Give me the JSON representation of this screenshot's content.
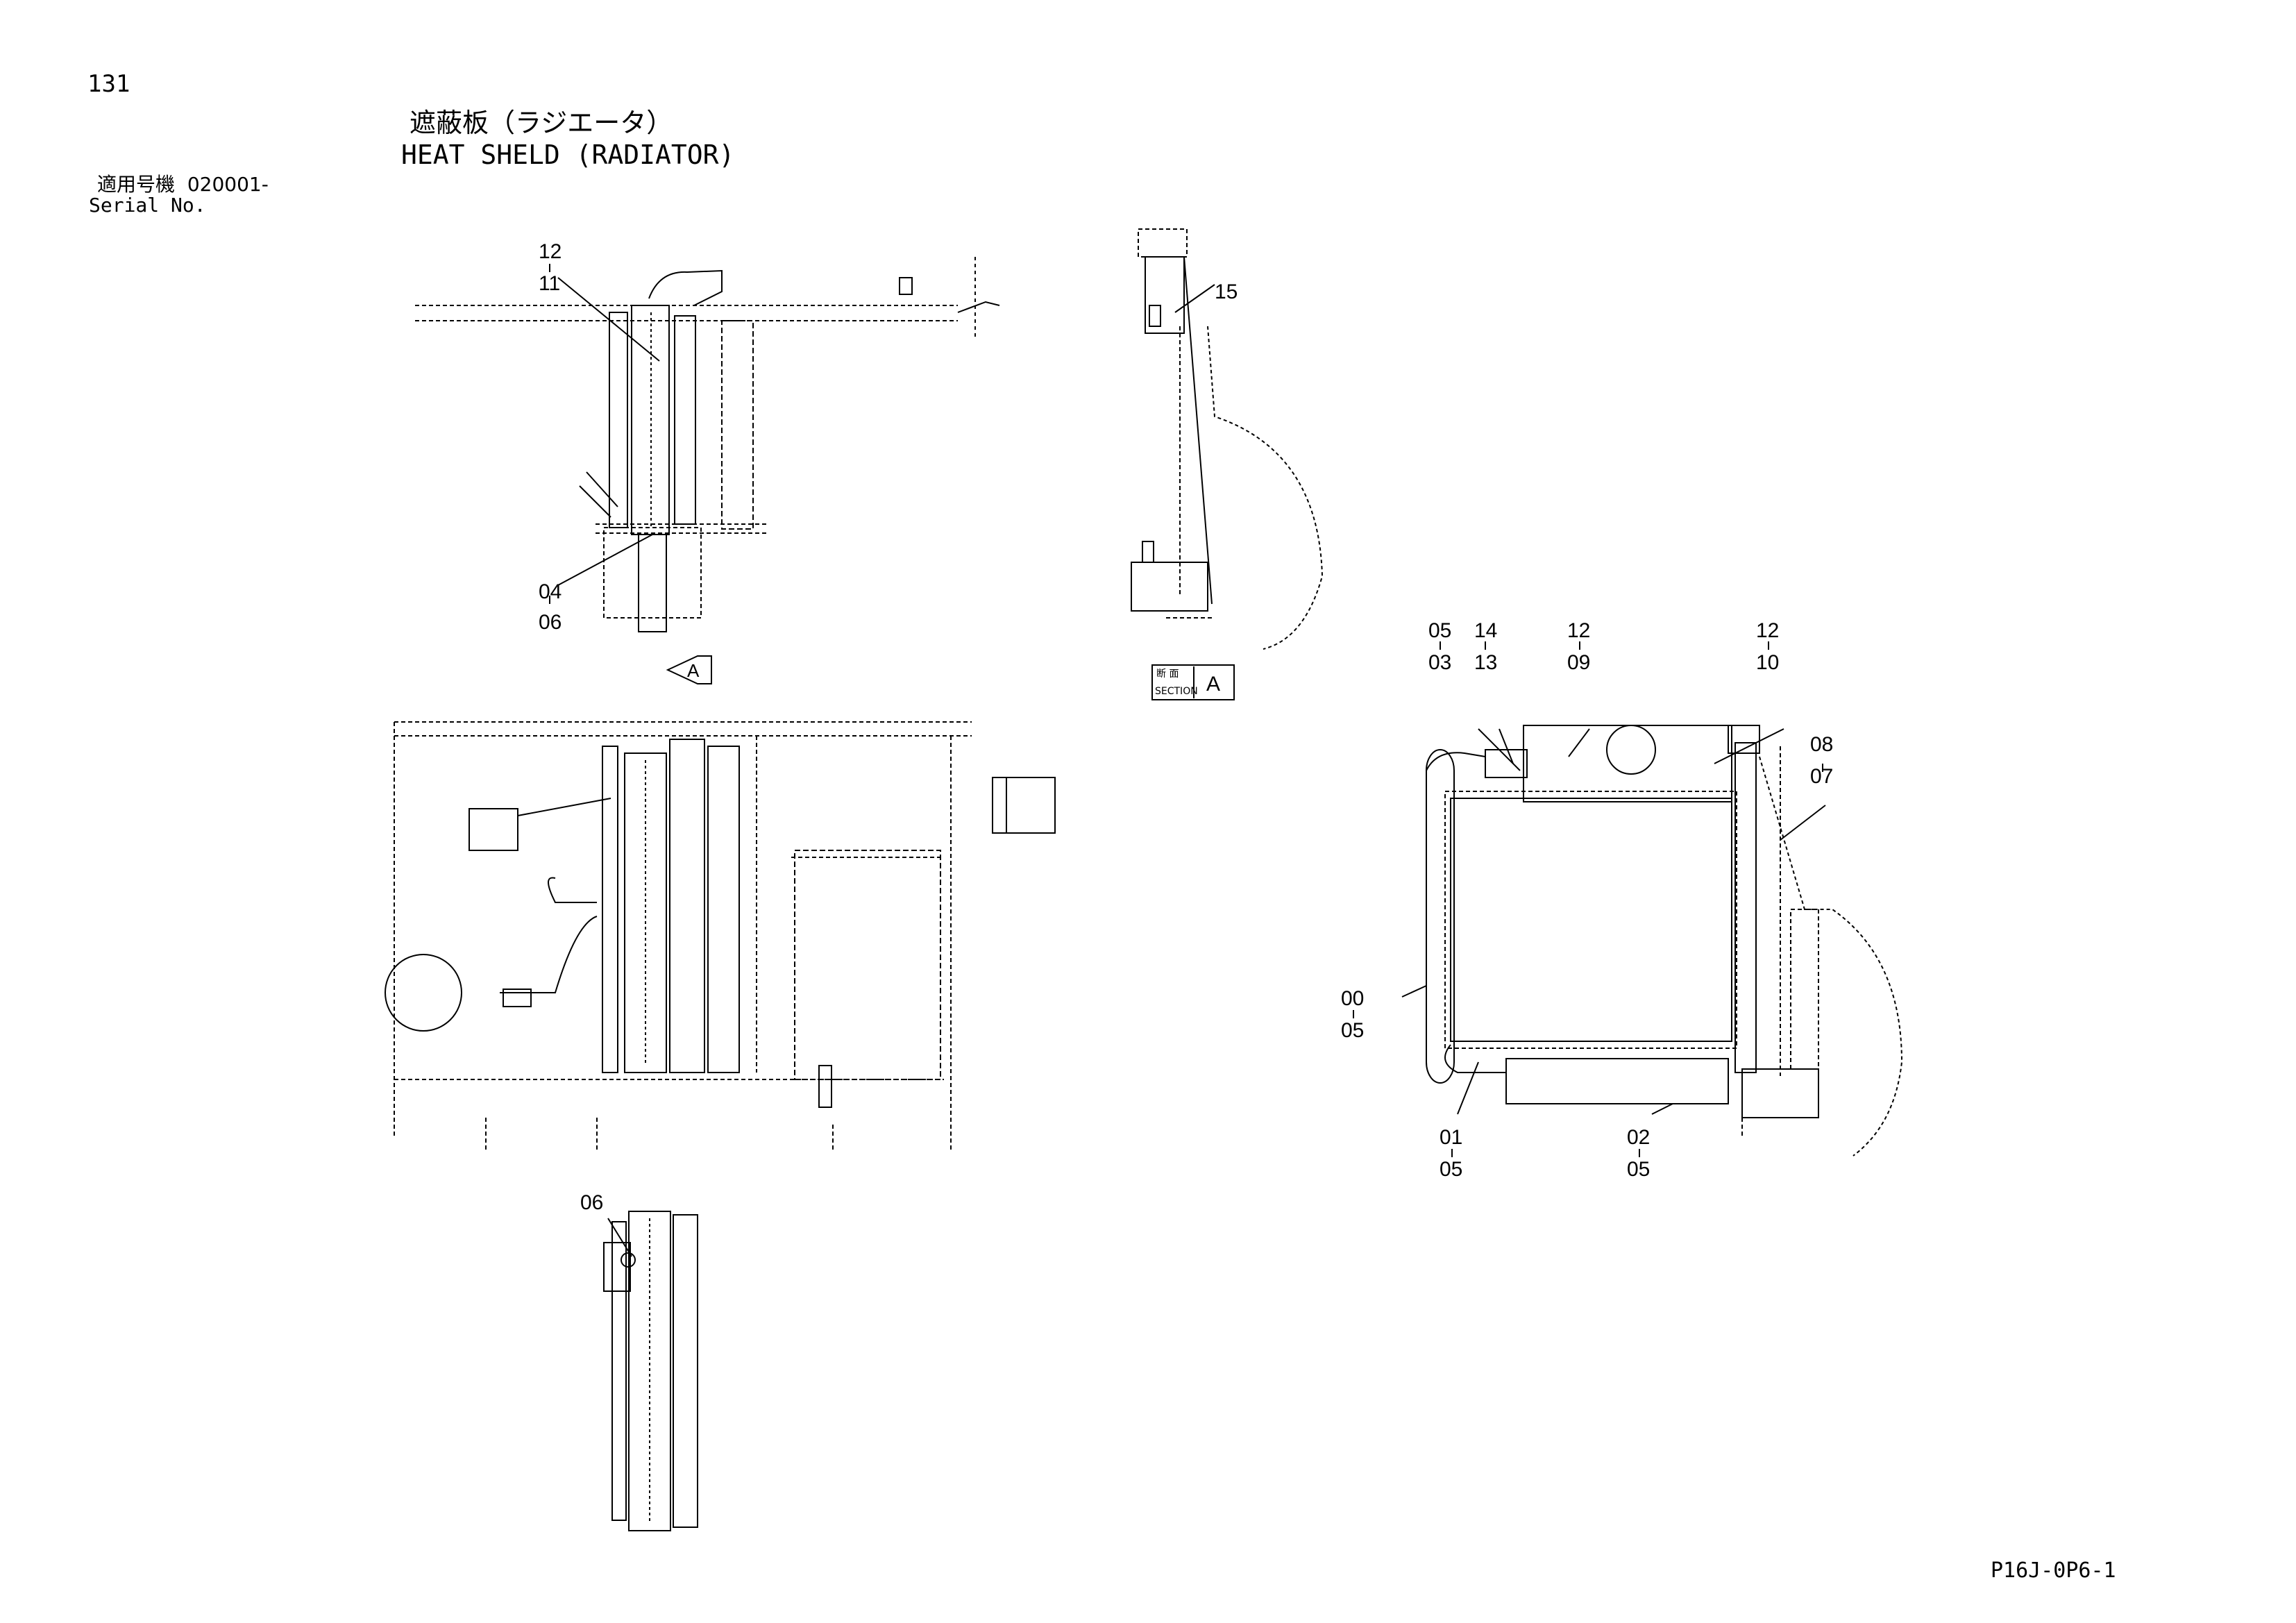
{
  "page_number": "131",
  "title": {
    "japanese": "遮蔽板（ラジエータ）",
    "english": "HEAT SHELD (RADIATOR)"
  },
  "applicability": {
    "label_jp": "適用号機",
    "serial_from": "020001-",
    "label_en": "Serial No."
  },
  "section_tag": {
    "kanji": "断 面",
    "word": "SECTION",
    "letter": "A"
  },
  "view_arrow_letter": "A",
  "callouts": {
    "c12_11": {
      "top": "12",
      "bottom": "11"
    },
    "c04_06": {
      "top": "04",
      "bottom": "06"
    },
    "c15": "15",
    "c06": "06",
    "c05_03": {
      "top": "05",
      "bottom": "03"
    },
    "c14_13": {
      "top": "14",
      "bottom": "13"
    },
    "c12_09": {
      "top": "12",
      "bottom": "09"
    },
    "c12_10": {
      "top": "12",
      "bottom": "10"
    },
    "c08_07": {
      "top": "08",
      "bottom": "07"
    },
    "c00_05": {
      "top": "00",
      "bottom": "05"
    },
    "c01_05": {
      "top": "01",
      "bottom": "05"
    },
    "c02_05": {
      "top": "02",
      "bottom": "05"
    }
  },
  "document_code": "P16J-0P6-1"
}
